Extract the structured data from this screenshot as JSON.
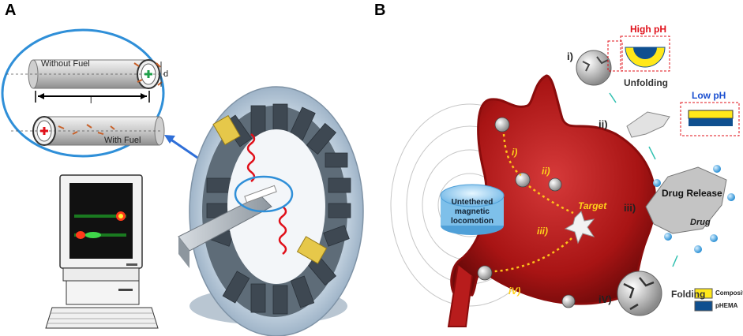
{
  "panel_a": {
    "letter": "A",
    "without_fuel": "Without Fuel",
    "with_fuel": "With Fuel",
    "length_symbol": "l",
    "diameter_symbol": "d"
  },
  "panel_b": {
    "letter": "B",
    "locomotion_line1": "Untethered",
    "locomotion_line2": "magnetic",
    "locomotion_line3": "locomotion",
    "stomach_steps": [
      "i)",
      "ii)",
      "iii)",
      "iV)"
    ],
    "target": "Target",
    "side_steps": [
      "i)",
      "ii)",
      "iii)",
      "iV)"
    ],
    "high_ph": "High pH",
    "low_ph": "Low pH",
    "unfolding": "Unfolding",
    "drug_release": "Drug Release",
    "drug": "Drug",
    "folding": "Folding",
    "legend": [
      {
        "label": "Composite",
        "color": "#ffe81a"
      },
      {
        "label": "pHEMA",
        "color": "#0f4f8f"
      }
    ]
  }
}
